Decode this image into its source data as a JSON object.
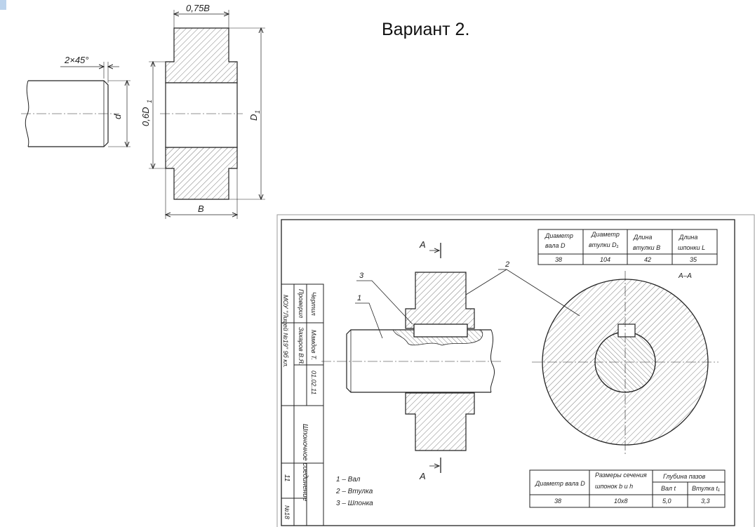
{
  "page_title": "Вариант 2.",
  "top_sketch": {
    "chamfer": "2×45°",
    "shaft_diameter": "d",
    "hub_inner_diameter": "0,6D",
    "hub_inner_diameter_sub": "1",
    "hub_outer_diameter": "D",
    "hub_outer_diameter_sub": "1",
    "hub_length": "B",
    "hub_protrusion": "0,75B"
  },
  "drawing": {
    "section_letter": "А",
    "section_title": "А–А",
    "callouts": [
      "1",
      "2",
      "3"
    ],
    "legend": [
      "1 – Вал",
      "2 – Втулка",
      "3 – Шпонка"
    ],
    "table_top": {
      "headers": [
        [
          "Диаметр",
          "вала D"
        ],
        [
          "Диаметр",
          "втулки D₁"
        ],
        [
          "Длина",
          "втулки B"
        ],
        [
          "Длина",
          "шпонки L"
        ]
      ],
      "values": [
        "38",
        "104",
        "42",
        "35"
      ]
    },
    "table_bottom": {
      "col1": "Диаметр вала D",
      "col2": [
        "Размеры сечения",
        "шпонок b и h"
      ],
      "col3": "Глубина пазов",
      "sub_headers": [
        "Вал t",
        "Втулка t₁"
      ],
      "values": [
        "38",
        "10х8",
        "5,0",
        "3,3"
      ]
    },
    "title_block": {
      "drew_label": "Чертил",
      "checked_label": "Проверил",
      "drew_name": "Мамдов Т.",
      "checked_name": "Захаров В.Я.",
      "date": "01.02.11",
      "school": "МОУ \"Лицей №19\" 9б кл.",
      "drawing_name": "Шпоночное соединение",
      "number": "11",
      "sheet": "№18"
    }
  }
}
